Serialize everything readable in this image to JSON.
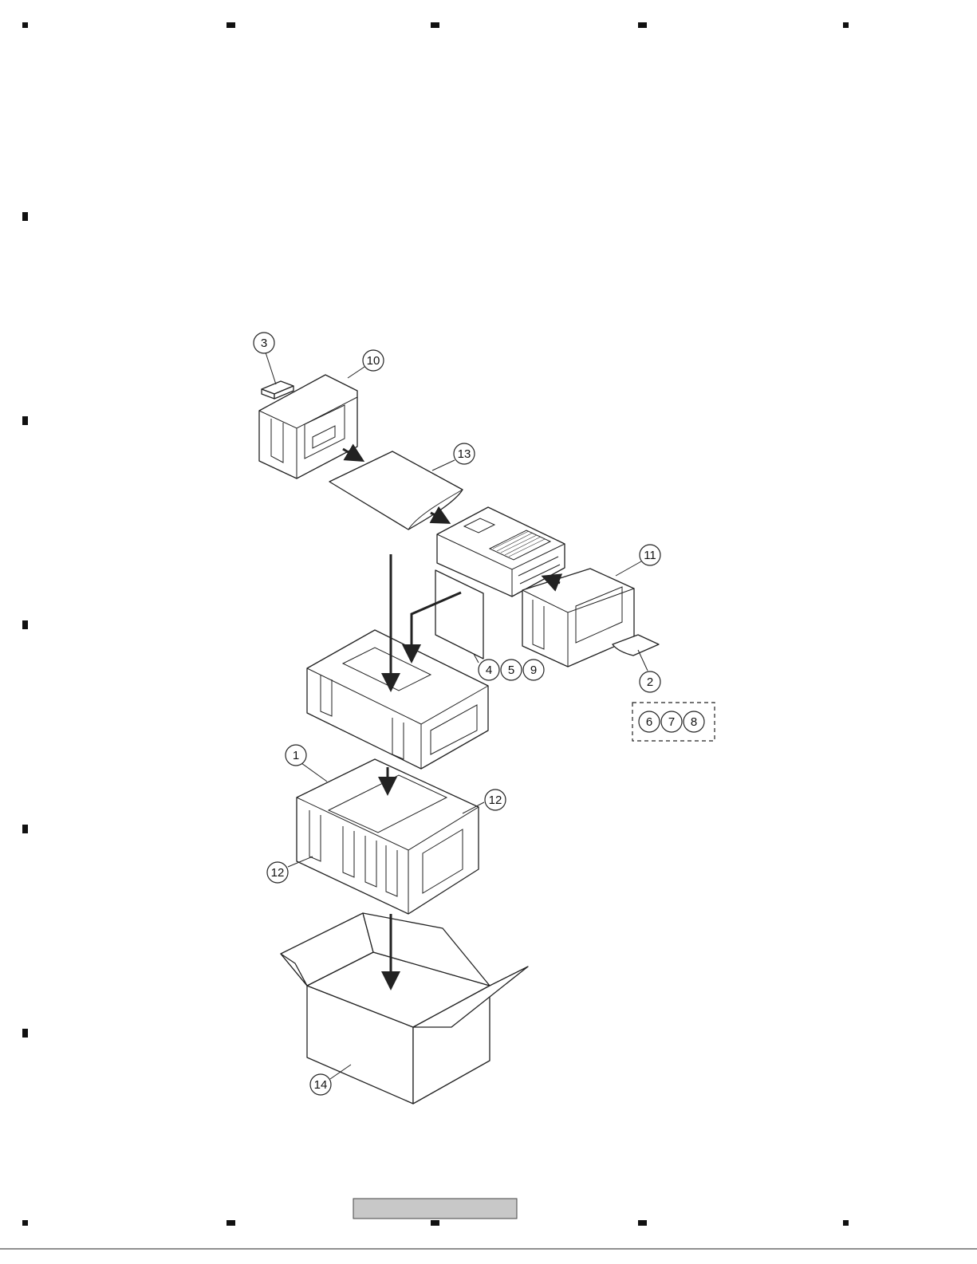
{
  "diagram": {
    "callouts": {
      "c1": "1",
      "c2": "2",
      "c3": "3",
      "c4": "4",
      "c5": "5",
      "c6": "6",
      "c7": "7",
      "c8": "8",
      "c9": "9",
      "c10": "10",
      "c11": "11",
      "c12a": "12",
      "c12b": "12",
      "c13": "13",
      "c14": "14"
    }
  }
}
